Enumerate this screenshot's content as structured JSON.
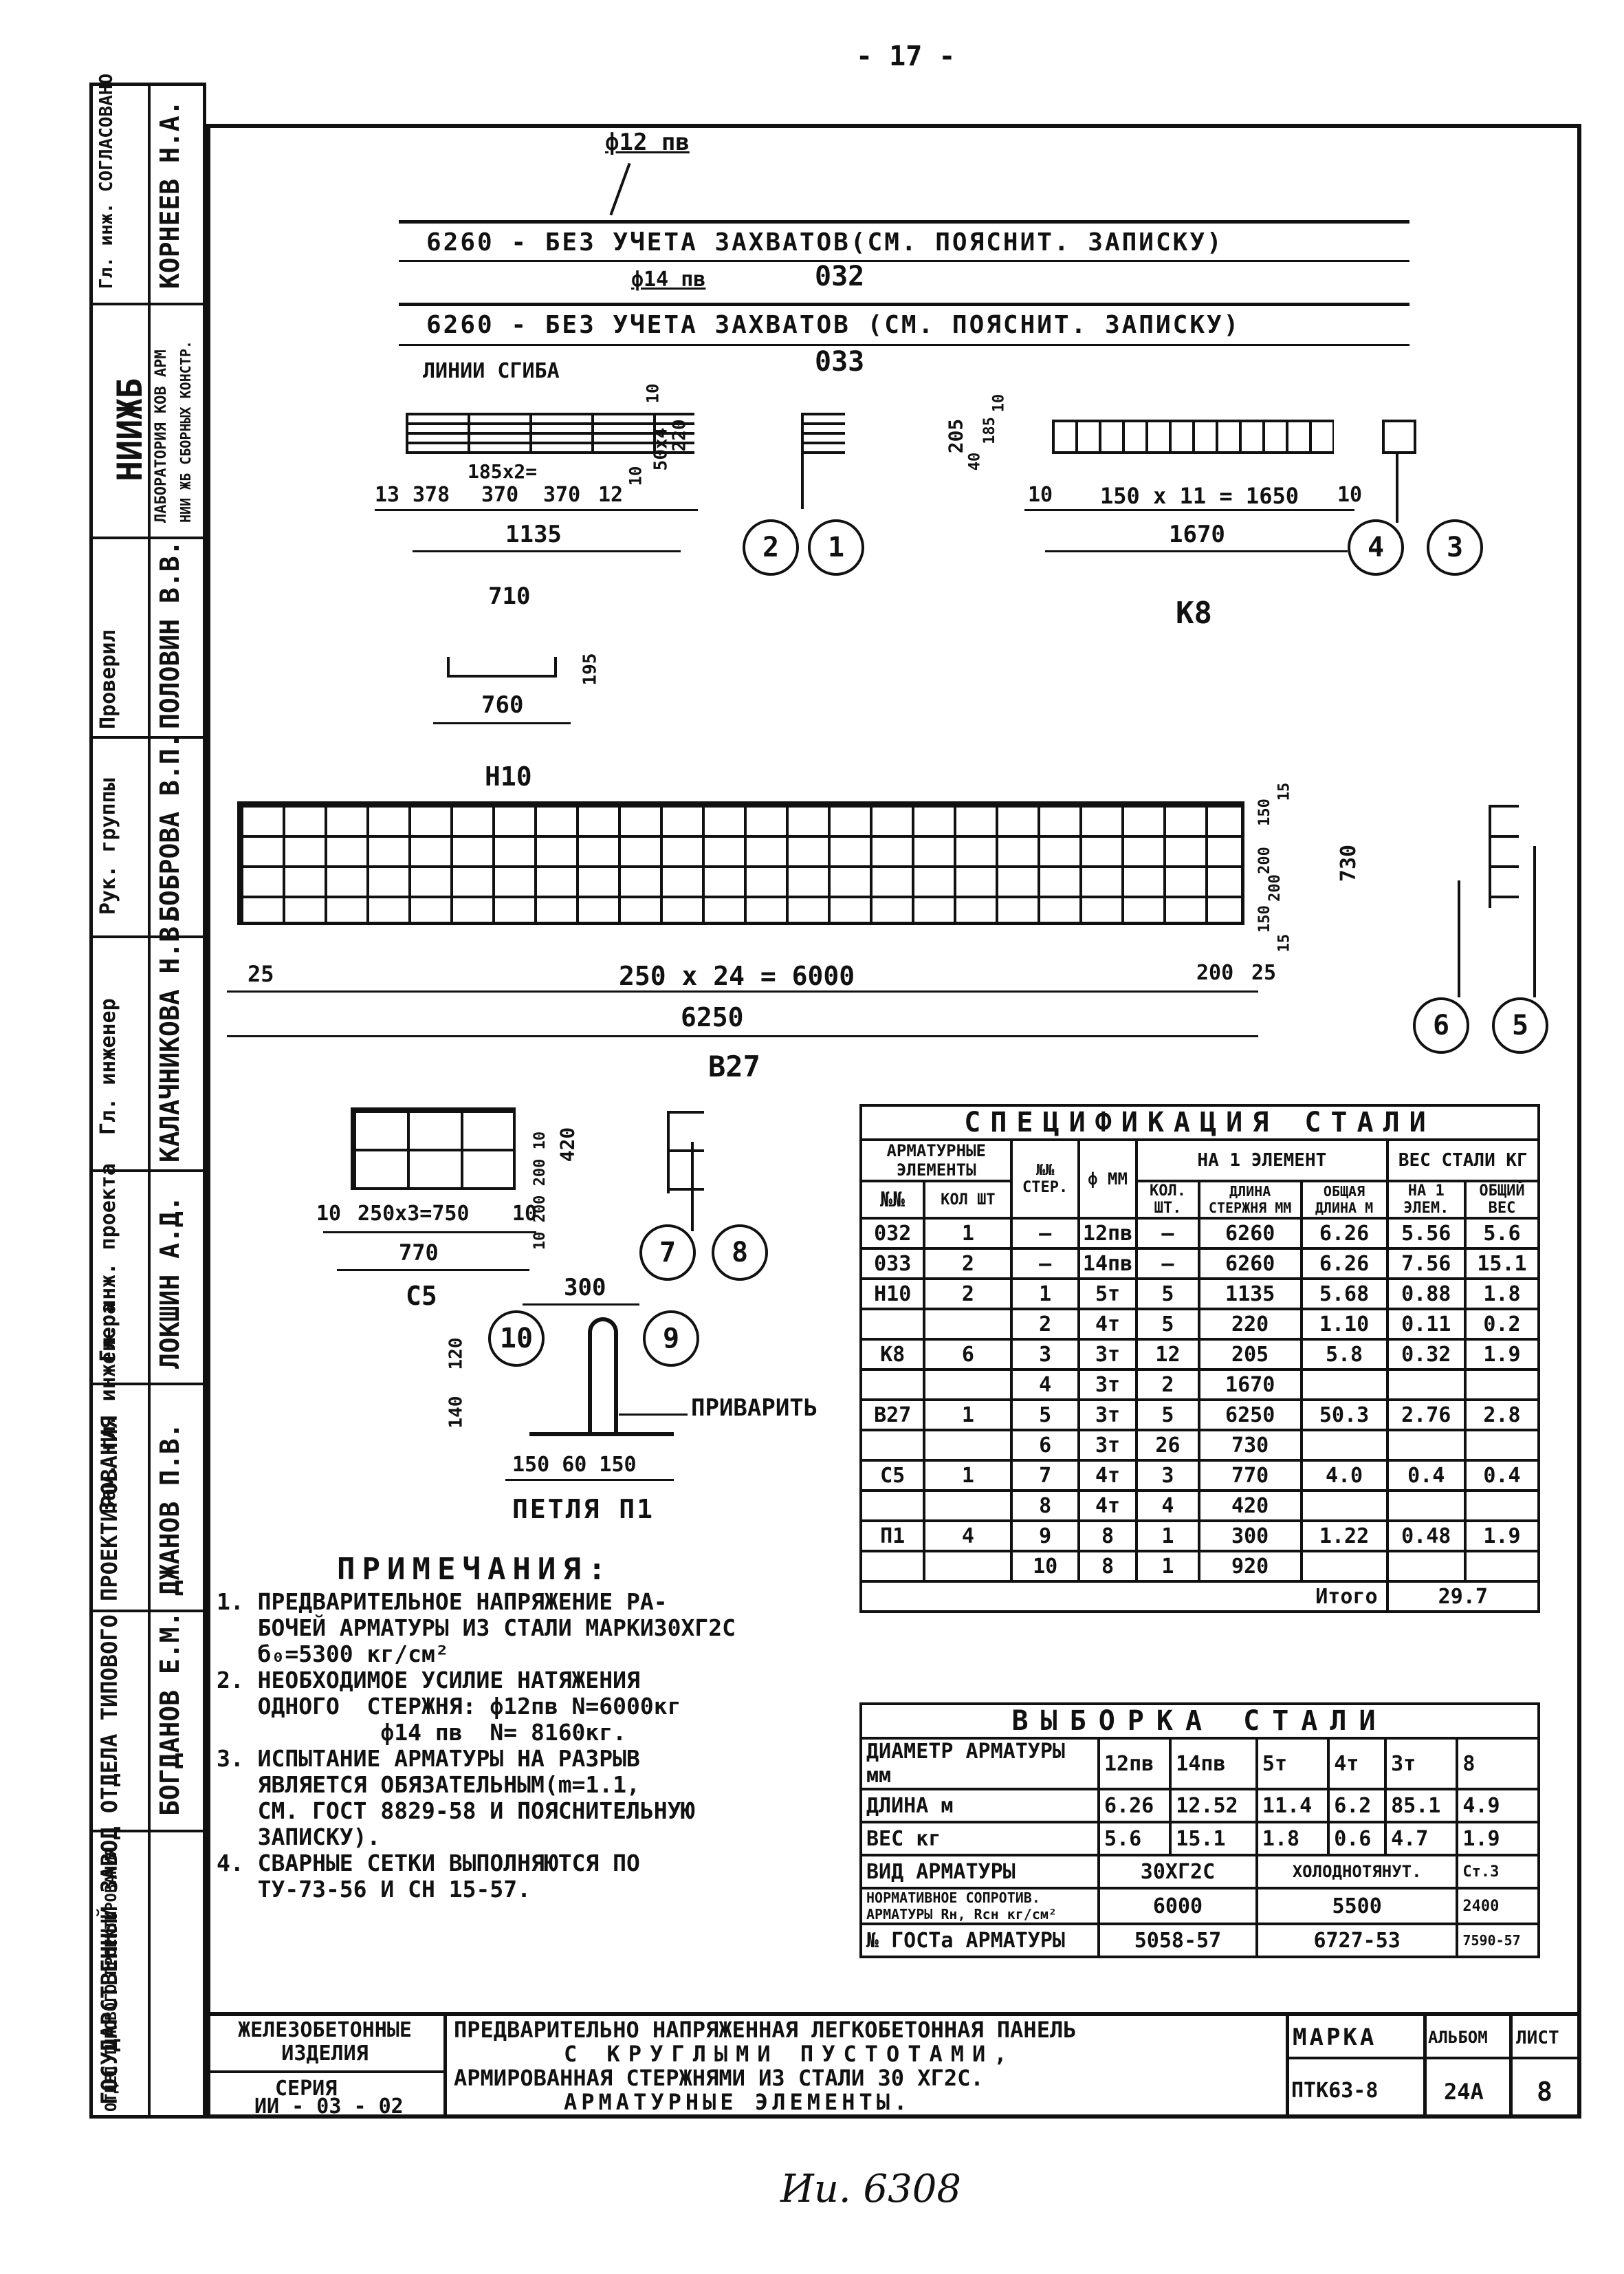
{
  "page_number": "- 17 -",
  "bottom_handwritten": "Ии. 6308",
  "left_stamp": [
    "ГОСУДАРСТВЕННЫЙ ЗАВОД ОТДЕЛА ТИПОВОГО ПРОЕКТИРОВАНИЯ",
    "Зам. гл. инженера",
    "ДЖАНОВ П.В.",
    "БОГДАНОВ Е.М.",
    "Гл. инж. проекта",
    "ЛОКШИН А.Д.",
    "Гл. инженер",
    "КАЛАЧНИКОВА Н.В.",
    "Рук. группы",
    "БОБРОВА В.П.",
    "Проверил",
    "ПОЛОВИН В.В.",
    "НИИЖБ",
    "ЛАБОРАТОРИЯ КОВ АРМ",
    "НИИ ЖБ СБОРНЫХ КОНСТР.",
    "Гл. инж. СОГЛАСОВАНО",
    "КОРНЕЕВ Н.А."
  ],
  "top_bars": {
    "bar1_label": "ф12 пв",
    "bar1_text": "6260 - БЕЗ УЧЕТА ЗАХВАТОВ(СМ. ПОЯСНИТ. ЗАПИСКУ)",
    "bar1_mark": "032",
    "bar2_label": "ф14 пв",
    "bar2_text": "6260 - БЕЗ УЧЕТА ЗАХВАТОВ (СМ. ПОЯСНИТ. ЗАПИСКУ)",
    "bar2_mark": "033"
  },
  "h10": {
    "fold_lines": "ЛИНИИ СГИБА",
    "dims": [
      "13",
      "378",
      "370",
      "370",
      "12"
    ],
    "spacing": "185x2=",
    "total": "1135",
    "v1": "50x4",
    "v2": "220",
    "v3": "10",
    "v4": "10",
    "bent_top": "710",
    "bent_height": "195",
    "bent_bottom": "760",
    "mark": "Н10",
    "circle_a": "2",
    "circle_b": "1"
  },
  "k8": {
    "left_dim": "10",
    "spacing": "150 x 11 = 1650",
    "right_dim": "10",
    "total": "1670",
    "v1": "205",
    "v2": "40",
    "v3": "185",
    "v4": "10",
    "mark": "К8",
    "circle_a": "4",
    "circle_b": "3"
  },
  "b27": {
    "left": "25",
    "spacing": "250 x 24 = 6000",
    "right_a": "200",
    "right_b": "25",
    "total": "6250",
    "mark": "В27",
    "v1": "15",
    "v2": "150",
    "v3": "200",
    "v4": "200",
    "v5": "150",
    "v6": "15",
    "height": "730",
    "circle_a": "6",
    "circle_b": "5"
  },
  "c5": {
    "left": "10",
    "spacing": "250x3=750",
    "right": "10",
    "total": "770",
    "mark": "С5",
    "v": "10 200 200 10",
    "height": "420",
    "circle_a": "7",
    "circle_b": "8"
  },
  "p1": {
    "top": "300",
    "v1": "120",
    "v2": "140",
    "weld": "ПРИВАРИТЬ",
    "dims": "150 60 150",
    "mark": "ПЕТЛЯ П1",
    "circle_a": "10",
    "circle_b": "9"
  },
  "notes": {
    "title": "ПРИМЕЧАНИЯ:",
    "lines": [
      "1. ПРЕДВАРИТЕЛЬНОЕ НАПРЯЖЕНИЕ РА-",
      "   БОЧЕЙ АРМАТУРЫ ИЗ СТАЛИ МАРКИ30ХГ2С",
      "   б₀=5300 кг/см²",
      "2. НЕОБХОДИМОЕ УСИЛИЕ НАТЯЖЕНИЯ",
      "   ОДНОГО  СТЕРЖНЯ: ф12пв N=6000кг",
      "            ф14 пв  N= 8160кг.",
      "3. ИСПЫТАНИЕ АРМАТУРЫ НА РАЗРЫВ",
      "   ЯВЛЯЕТСЯ ОБЯЗАТЕЛЬНЫМ(m=1.1,",
      "   СМ. ГОСТ 8829-58 И ПОЯСНИТЕЛЬНУЮ",
      "   ЗАПИСКУ).",
      "4. СВАРНЫЕ СЕТКИ ВЫПОЛНЯЮТСЯ ПО",
      "   ТУ-73-56 И СН 15-57."
    ]
  },
  "spec_table": {
    "title": "СПЕЦИФИКАЦИЯ СТАЛИ",
    "h_elements": "АРМАТУРНЫЕ ЭЛЕМЕНТЫ",
    "h_nn": "№№ СТЕР.",
    "h_phi": "ф ММ",
    "h_per": "НА 1 ЭЛЕМЕНТ",
    "h_weight": "ВЕС СТАЛИ КГ",
    "h_mark": "№№",
    "h_qty": "КОЛ ШТ",
    "h_kol": "КОЛ. ШТ.",
    "h_len": "ДЛИНА СТЕРЖНЯ ММ",
    "h_total_len": "ОБЩАЯ ДЛИНА М",
    "h_w1": "НА 1 ЭЛЕМ.",
    "h_wt": "ОБЩИЙ ВЕС",
    "rows": [
      {
        "el": "032",
        "q": "1",
        "n": "—",
        "phi": "12пв",
        "k": "—",
        "len": "6260",
        "tl": "6.26",
        "w1": "5.56",
        "wt": "5.6"
      },
      {
        "el": "033",
        "q": "2",
        "n": "—",
        "phi": "14пв",
        "k": "—",
        "len": "6260",
        "tl": "6.26",
        "w1": "7.56",
        "wt": "15.1"
      },
      {
        "el": "Н10",
        "q": "2",
        "n": "1",
        "phi": "5т",
        "k": "5",
        "len": "1135",
        "tl": "5.68",
        "w1": "0.88",
        "wt": "1.8"
      },
      {
        "el": "",
        "q": "",
        "n": "2",
        "phi": "4т",
        "k": "5",
        "len": "220",
        "tl": "1.10",
        "w1": "0.11",
        "wt": "0.2"
      },
      {
        "el": "К8",
        "q": "6",
        "n": "3",
        "phi": "3т",
        "k": "12",
        "len": "205",
        "tl": "5.8",
        "w1": "0.32",
        "wt": "1.9"
      },
      {
        "el": "",
        "q": "",
        "n": "4",
        "phi": "3т",
        "k": "2",
        "len": "1670",
        "tl": "",
        "w1": "",
        "wt": ""
      },
      {
        "el": "В27",
        "q": "1",
        "n": "5",
        "phi": "3т",
        "k": "5",
        "len": "6250",
        "tl": "50.3",
        "w1": "2.76",
        "wt": "2.8"
      },
      {
        "el": "",
        "q": "",
        "n": "6",
        "phi": "3т",
        "k": "26",
        "len": "730",
        "tl": "",
        "w1": "",
        "wt": ""
      },
      {
        "el": "С5",
        "q": "1",
        "n": "7",
        "phi": "4т",
        "k": "3",
        "len": "770",
        "tl": "4.0",
        "w1": "0.4",
        "wt": "0.4"
      },
      {
        "el": "",
        "q": "",
        "n": "8",
        "phi": "4т",
        "k": "4",
        "len": "420",
        "tl": "",
        "w1": "",
        "wt": ""
      },
      {
        "el": "П1",
        "q": "4",
        "n": "9",
        "phi": "8",
        "k": "1",
        "len": "300",
        "tl": "1.22",
        "w1": "0.48",
        "wt": "1.9"
      },
      {
        "el": "",
        "q": "",
        "n": "10",
        "phi": "8",
        "k": "1",
        "len": "920",
        "tl": "",
        "w1": "",
        "wt": ""
      }
    ],
    "total_label": "Итого",
    "total_value": "29.7"
  },
  "vyborka": {
    "title": "ВЫБОРКА СТАЛИ",
    "r1": [
      "ДИАМЕТР АРМАТУРЫ мм",
      "12пв",
      "14пв",
      "5т",
      "4т",
      "3т",
      "8"
    ],
    "r2": [
      "ДЛИНА м",
      "6.26",
      "12.52",
      "11.4",
      "6.2",
      "85.1",
      "4.9"
    ],
    "r3": [
      "ВЕС кг",
      "5.6",
      "15.1",
      "1.8",
      "0.6",
      "4.7",
      "1.9"
    ],
    "r4": [
      "ВИД АРМАТУРЫ",
      "30ХГ2С",
      "ХОЛОДНОТЯНУТ.",
      "Ст.3"
    ],
    "r5": [
      "НОРМАТИВНОЕ СОПРОТИВ. АРМАТУРЫ Rн, Rсн кг/см²",
      "6000",
      "5500",
      "2400"
    ],
    "r6": [
      "№ ГОСТа АРМАТУРЫ",
      "5058-57",
      "6727-53",
      "7590-57"
    ]
  },
  "title_block": {
    "org": "ЖЕЛЕЗОБЕТОННЫЕ ИЗДЕЛИЯ",
    "dept": "ОТДЕЛ ТИПОВОГО ПРОЕКТИРОВАНИЯ",
    "series_label": "СЕРИЯ",
    "series": "ИИ - 03 - 02",
    "title1": "ПРЕДВАРИТЕЛЬНО НАПРЯЖЕННАЯ ЛЕГКОБЕТОННАЯ ПАНЕЛЬ",
    "title2": "С КРУГЛЫМИ ПУСТОТАМИ,",
    "title3": "АРМИРОВАННАЯ СТЕРЖНЯМИ ИЗ СТАЛИ 30 ХГ2С.",
    "title4": "АРМАТУРНЫЕ ЭЛЕМЕНТЫ.",
    "mark_h": "МАРКА",
    "mark": "ПТК63-8",
    "album_h": "АЛЬБОМ",
    "album": "24А",
    "sheet_h": "ЛИСТ",
    "sheet": "8"
  }
}
